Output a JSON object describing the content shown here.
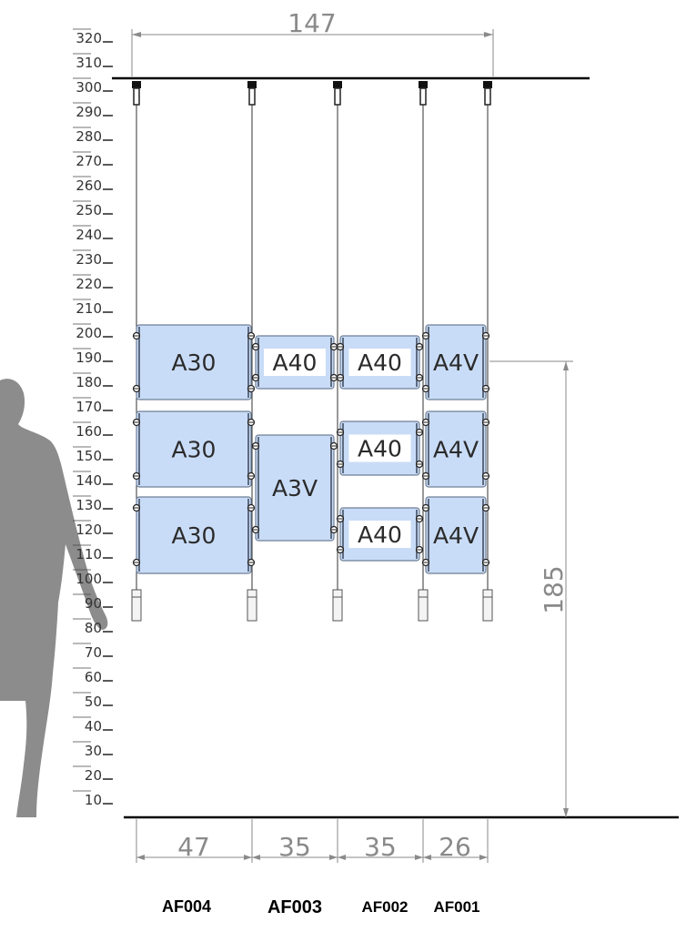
{
  "scale": {
    "labels": [
      "320",
      "310",
      "300",
      "290",
      "280",
      "270",
      "260",
      "250",
      "240",
      "230",
      "220",
      "210",
      "200",
      "190",
      "180",
      "170",
      "160",
      "150",
      "140",
      "130",
      "120",
      "110",
      "100",
      "90",
      "80",
      "70",
      "60",
      "50",
      "40",
      "30",
      "20",
      "10"
    ]
  },
  "dimensions": {
    "overall_width": "147",
    "overall_height": "185",
    "column_widths": [
      "47",
      "35",
      "35",
      "26"
    ]
  },
  "columns": [
    {
      "code": "AF004",
      "panels": [
        "A30",
        "A30",
        "A30"
      ]
    },
    {
      "code": "AF003",
      "panels": [
        "A40",
        "A3V"
      ]
    },
    {
      "code": "AF002",
      "panels": [
        "A40",
        "A40",
        "A40"
      ]
    },
    {
      "code": "AF001",
      "panels": [
        "A4V",
        "A4V",
        "A4V"
      ]
    }
  ],
  "colors": {
    "panel_fill": "#c9dcf7",
    "panel_stroke": "#6f7f96",
    "line": "#000000",
    "dimension": "#8a8a8a",
    "figure": "#8c8c8c"
  }
}
